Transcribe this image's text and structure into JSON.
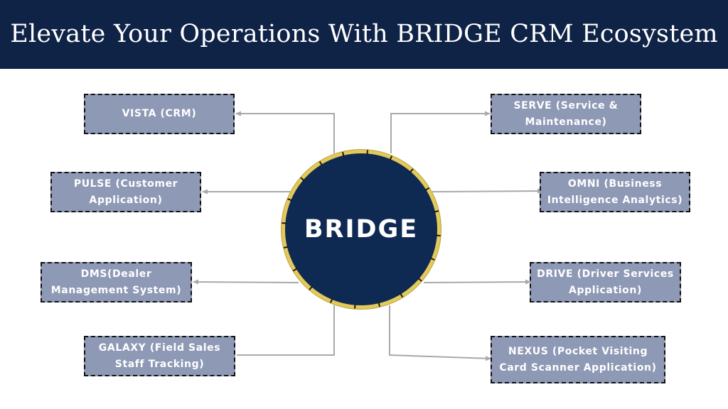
{
  "header": {
    "title": "Elevate Your Operations With BRIDGE CRM Ecosystem"
  },
  "hub": {
    "label": "BRIDGE"
  },
  "modules": {
    "vista": "VISTA (CRM)",
    "pulse": "PULSE (Customer Application)",
    "dms": "DMS(Dealer Management System)",
    "galaxy": "GALAXY  (Field Sales Staff Tracking)",
    "serve": "SERVE (Service & Maintenance)",
    "omni": "OMNI (Business Intelligence Analytics)",
    "drive": "DRIVE (Driver Services Application)",
    "nexus": "NEXUS  (Pocket Visiting Card Scanner Application)"
  },
  "colors": {
    "header_bg": "#0f2347",
    "hub_fill": "#0f2a52",
    "hub_ring": "#e2c95a",
    "box_fill": "#8e99b5",
    "connector": "#a9a9a9"
  }
}
